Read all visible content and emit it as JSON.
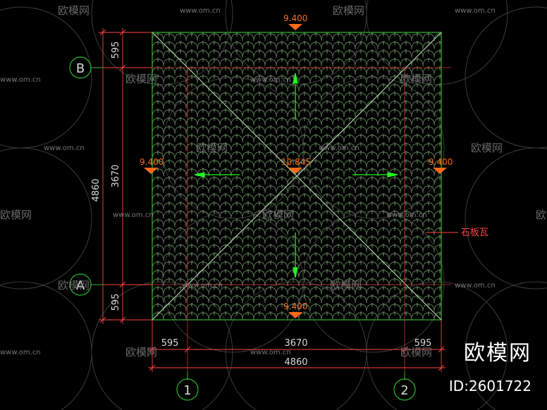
{
  "colors": {
    "background": "#000000",
    "tile": "#5a7a55",
    "outline": "#2db82d",
    "dim": "#ff4444",
    "marker": "#ff6a1a",
    "text": "#d8d8d8",
    "grid_ring": "#3a3a3a"
  },
  "elevations": {
    "top": "9.400",
    "left": "9.400",
    "center": "10.845",
    "right": "9.400",
    "bottom": "9.400"
  },
  "dimensions": {
    "left_total": "4860",
    "left_top": "595",
    "left_mid": "3670",
    "left_bottom": "595",
    "bottom_left": "595",
    "bottom_mid": "3670",
    "bottom_right": "595",
    "bottom_total": "4860"
  },
  "axes": {
    "row_top": "B",
    "row_bottom": "A",
    "col_left": "1",
    "col_right": "2"
  },
  "annotation": {
    "material": "石板瓦"
  },
  "watermarks": {
    "site": "www.om.cn",
    "brand": "欧模网",
    "id": "ID:2601722"
  }
}
